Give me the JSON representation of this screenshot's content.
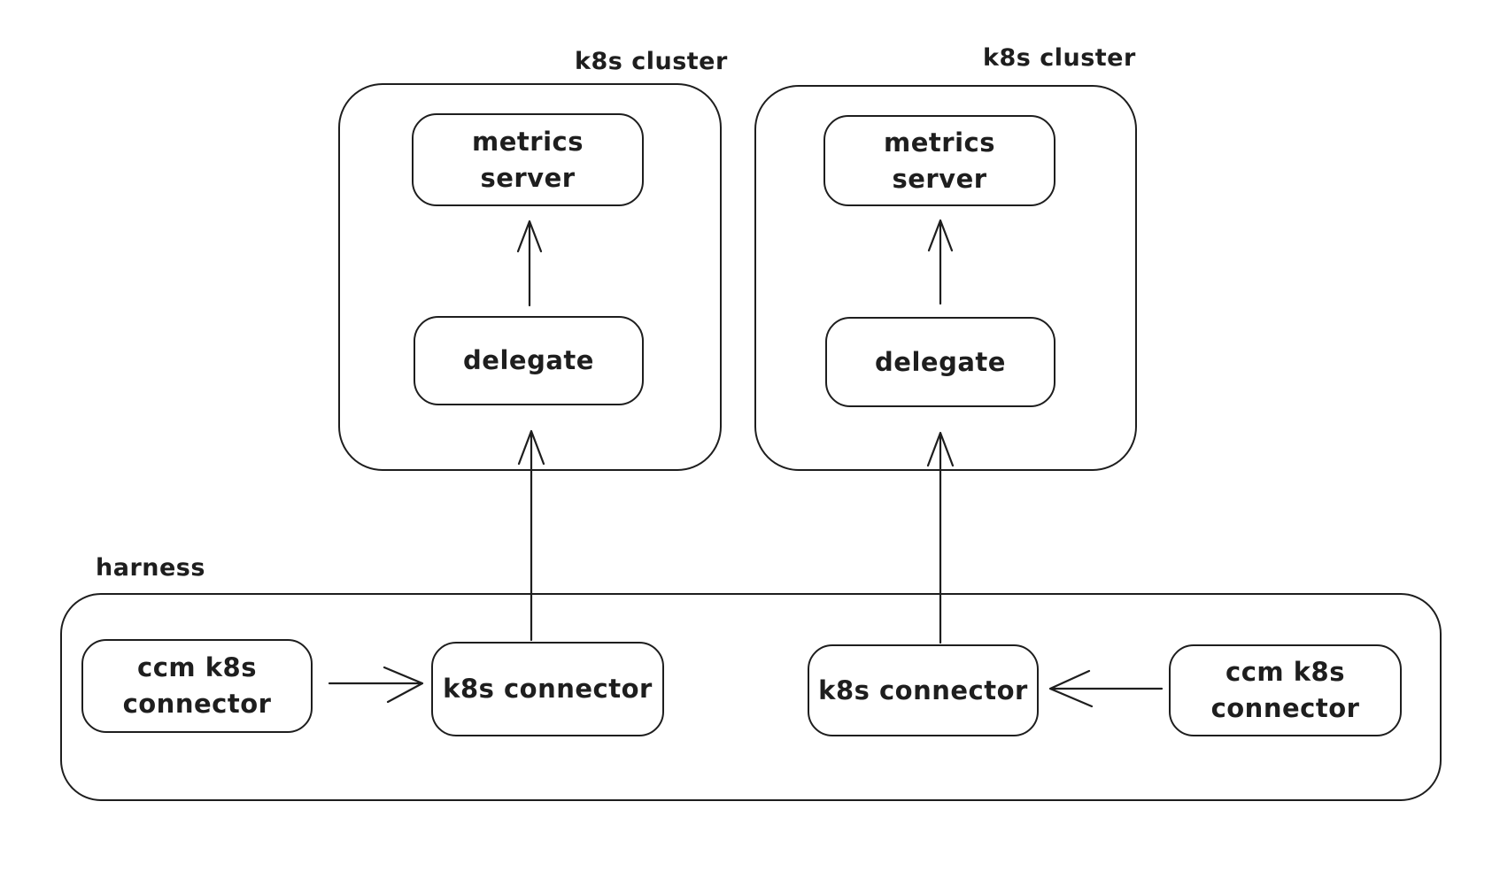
{
  "colors": {
    "background": "#ffffff",
    "stroke": "#1e1e1e"
  },
  "clusters": [
    {
      "label": "k8s cluster",
      "metrics_server": "metrics server",
      "delegate": "delegate"
    },
    {
      "label": "k8s cluster",
      "metrics_server": "metrics server",
      "delegate": "delegate"
    }
  ],
  "harness": {
    "label": "harness",
    "nodes": {
      "ccm_left": "ccm k8s connector",
      "k8s_left": "k8s connector",
      "k8s_right": "k8s connector",
      "ccm_right": "ccm k8s connector"
    }
  },
  "edges": [
    {
      "from": "delegate (left cluster)",
      "to": "metrics server (left cluster)",
      "direction": "up"
    },
    {
      "from": "delegate (right cluster)",
      "to": "metrics server (right cluster)",
      "direction": "up"
    },
    {
      "from": "k8s connector (harness left)",
      "to": "delegate (left cluster)",
      "direction": "up"
    },
    {
      "from": "k8s connector (harness right)",
      "to": "delegate (right cluster)",
      "direction": "up"
    },
    {
      "from": "ccm k8s connector (harness left)",
      "to": "k8s connector (harness left)",
      "direction": "right"
    },
    {
      "from": "ccm k8s connector (harness right)",
      "to": "k8s connector (harness right)",
      "direction": "left"
    }
  ]
}
